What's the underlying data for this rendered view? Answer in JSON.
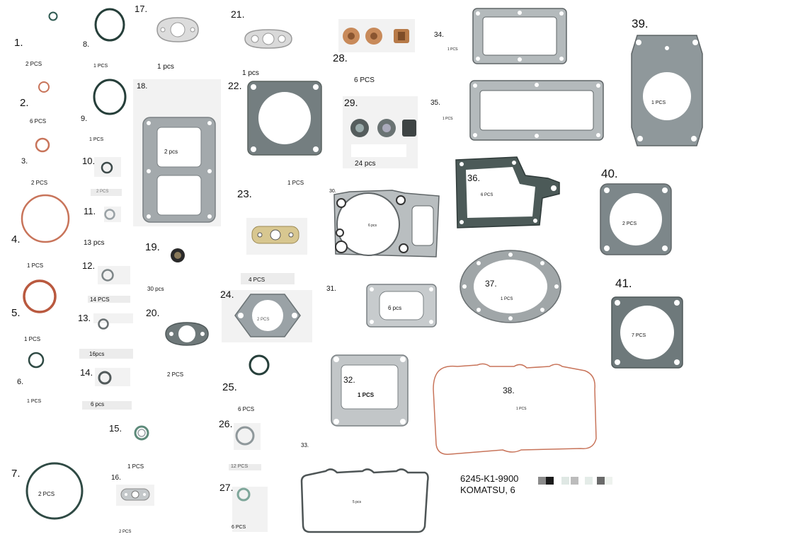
{
  "items": {
    "n1": "1.",
    "q1": "2 PCS",
    "n2": "2.",
    "q2": "6 PCS",
    "n3": "3.",
    "q3": "2 PCS",
    "n4": "4.",
    "q4": "1 PCS",
    "n5": "5.",
    "q5": "1 PCS",
    "n6": "6.",
    "q6": "1 PCS",
    "n7": "7.",
    "q7": "2 PCS",
    "n8": "8.",
    "q8": "1 PCS",
    "n9": "9.",
    "q9": "1 PCS",
    "n10": "10.",
    "q10": "2 PCS",
    "n11": "11.",
    "q11": "13 pcs",
    "n12": "12.",
    "q12": "14 PCS",
    "n13": "13.",
    "q13": "16pcs",
    "n14": "14.",
    "q14": "6 pcs",
    "n15": "15.",
    "q15": "1 PCS",
    "n16": "16.",
    "q16": "2 PCS",
    "n17": "17.",
    "q17": "1 pcs",
    "n18": "18.",
    "q18": "2 pcs",
    "n19": "19.",
    "q19": "30 pcs",
    "n20": "20.",
    "q20": "2 PCS",
    "n21": "21.",
    "q21": "1 pcs",
    "n22": "22.",
    "q22": "1 PCS",
    "n23": "23.",
    "q23": "4 PCS",
    "n24": "24.",
    "q24": "2 PCS",
    "n25": "25.",
    "q25": "6 PCS",
    "n26": "26.",
    "q26": "12 PCS",
    "n27": "27.",
    "q27": "6 PCS",
    "n28": "28.",
    "q28": "6 PCS",
    "n29": "29.",
    "q29": "24 pcs",
    "n30": "30.",
    "q30": "6 pcs",
    "n31": "31.",
    "q31": "6 pcs",
    "n32": "32.",
    "q32": "1 PCS",
    "n33": "33.",
    "q33": "5 pcs",
    "n34": "34.",
    "q34": "1 PCS",
    "n35": "35.",
    "q35": "1 PCS",
    "n36": "36.",
    "q36": "6 PCS",
    "n37": "37.",
    "q37": "1 PCS",
    "n38": "38.",
    "q38": "1 PCS",
    "n39": "39.",
    "q39": "1 PCS",
    "n40": "40.",
    "q40": "2 PCS",
    "n41": "41.",
    "q41": "7 PCS"
  },
  "footer": {
    "part_number": "6245-K1-9900",
    "brand": "KOMATSU, 6"
  },
  "colors": {
    "copper": "#c8745a",
    "rubber": "#2f4a44",
    "gasket_gray": "#9aa2a6",
    "gasket_dark": "#5e6a6b"
  }
}
